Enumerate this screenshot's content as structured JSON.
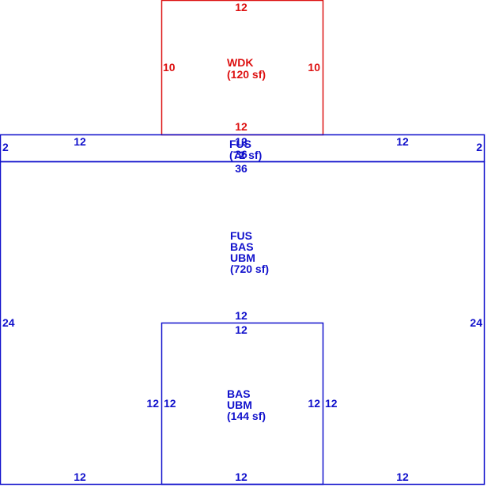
{
  "colors": {
    "deck": "#dd1111",
    "house": "#1111cc",
    "background": "#ffffff"
  },
  "areas": [
    {
      "id": "wdk",
      "code_lines": [
        "WDK",
        "(120 sf)"
      ],
      "color": "deck",
      "dimensions": {
        "top": "12",
        "bottom": "12",
        "left": "10",
        "right": "10"
      }
    },
    {
      "id": "fus-strip",
      "code_lines": [
        "FUS",
        "(72 sf)"
      ],
      "color": "house",
      "dimensions": {
        "top_left": "12",
        "top_center": "12",
        "top_right": "12",
        "overlay": "36",
        "bottom": "36",
        "left": "2",
        "right": "2"
      }
    },
    {
      "id": "main",
      "code_lines": [
        "FUS",
        "BAS",
        "UBM",
        "(720 sf)"
      ],
      "color": "house",
      "dimensions": {
        "top": "36",
        "left": "24",
        "right": "24",
        "bottom_left": "12",
        "bottom_right": "12"
      }
    },
    {
      "id": "inner",
      "code_lines": [
        "BAS",
        "UBM",
        "(144 sf)"
      ],
      "color": "house",
      "dimensions": {
        "top_outer": "12",
        "top_inner": "12",
        "left_outer": "12",
        "left_inner": "12",
        "right_inner": "12",
        "right_outer": "12",
        "bottom": "12"
      }
    }
  ]
}
